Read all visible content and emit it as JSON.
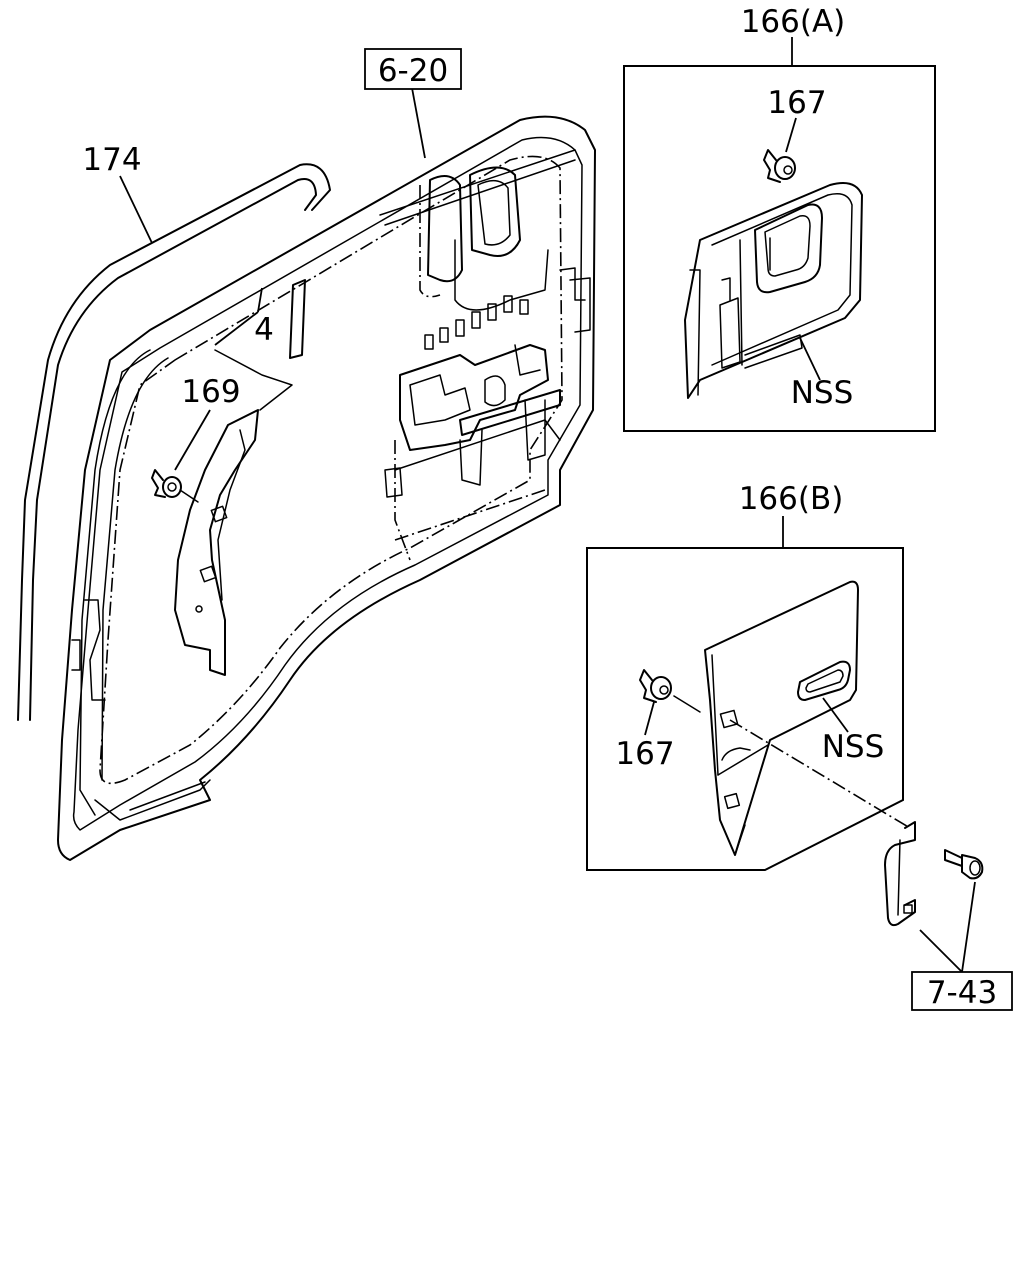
{
  "labels": {
    "ref_door": "6-20",
    "weatherstrip": "174",
    "trim_piece": "4",
    "clip_left": "169",
    "panel_a": "166(A)",
    "clip_a": "167",
    "nss_a": "NSS",
    "panel_b": "166(B)",
    "clip_b": "167",
    "nss_b": "NSS",
    "ref_handle": "7-43"
  }
}
